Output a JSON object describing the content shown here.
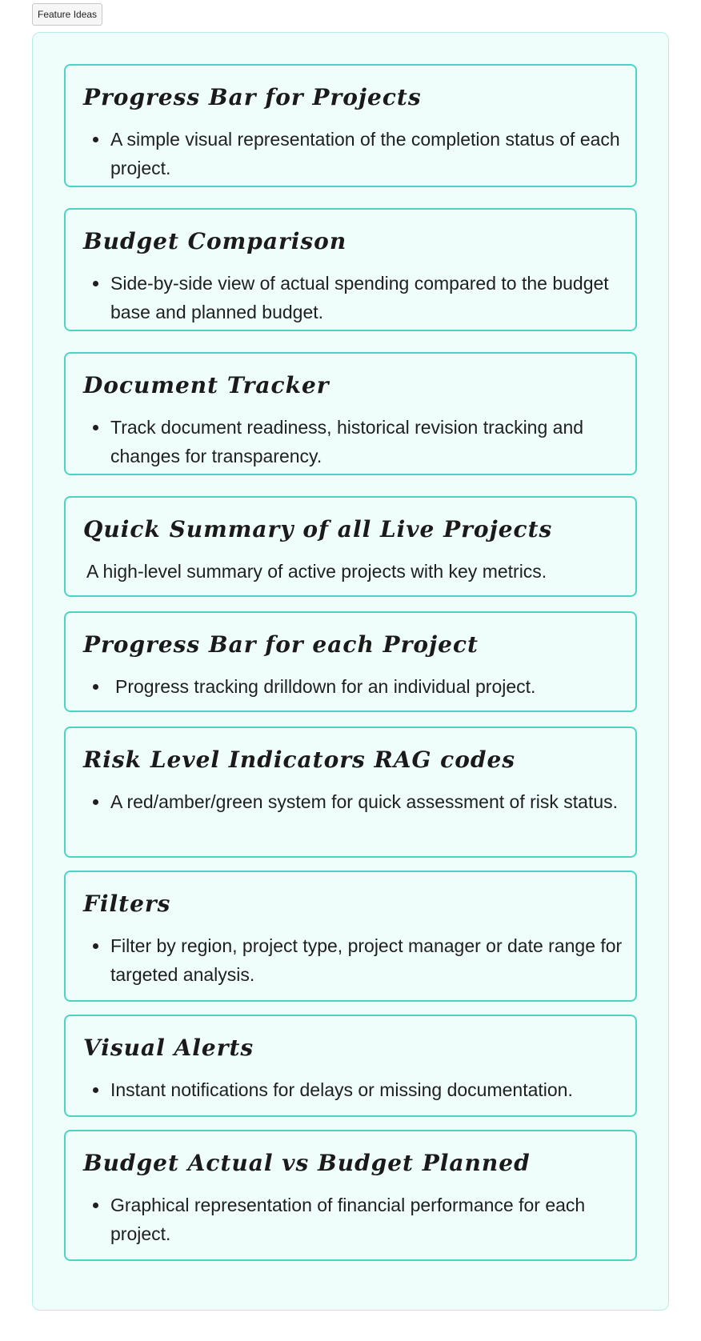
{
  "tab": {
    "label": "Feature Ideas"
  },
  "cards": [
    {
      "title": "Progress Bar for Projects",
      "text": "A simple visual representation of the completion status of each project."
    },
    {
      "title": "Budget Comparison",
      "text": "Side-by-side view of actual spending compared to the budget base and planned budget."
    },
    {
      "title": "Document Tracker",
      "text": "Track document readiness, historical revision tracking and changes for transparency."
    },
    {
      "title": "Quick Summary of all Live Projects",
      "text": "A high-level summary of active projects with key metrics."
    },
    {
      "title": "Progress Bar for each Project",
      "text": "Progress tracking drilldown for an individual project."
    },
    {
      "title": "Risk Level Indicators RAG codes",
      "text": "A red/amber/green system for quick assessment of risk status."
    },
    {
      "title": "Filters",
      "text": "Filter by region, project type, project manager or date range for targeted analysis."
    },
    {
      "title": "Visual Alerts",
      "text": "Instant notifications for delays or missing documentation."
    },
    {
      "title": "Budget Actual vs Budget Planned",
      "text": "Graphical representation of financial performance for each project."
    }
  ],
  "colors": {
    "frame_background": "#effdfb",
    "frame_border": "#b6eee6",
    "card_border": "#4fd3c2"
  }
}
